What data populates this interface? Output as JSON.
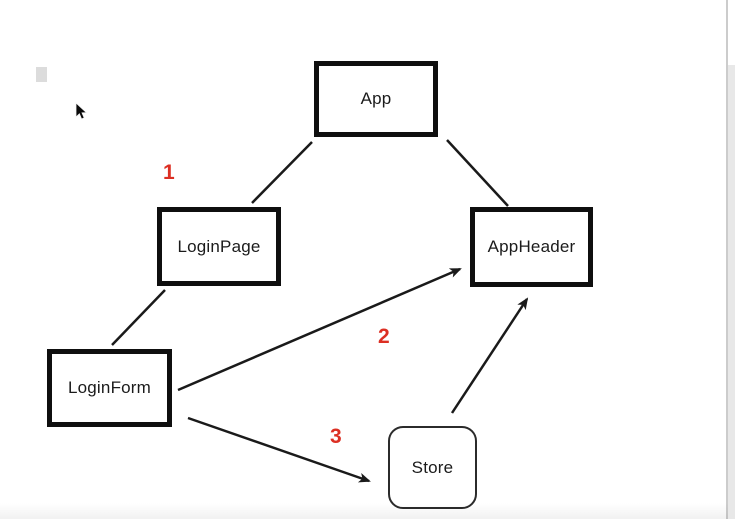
{
  "diagram": {
    "title": "component-data-flow-diagram",
    "nodes": [
      {
        "id": "app",
        "label": "App"
      },
      {
        "id": "login-page",
        "label": "LoginPage"
      },
      {
        "id": "app-header",
        "label": "AppHeader"
      },
      {
        "id": "login-form",
        "label": "LoginForm"
      },
      {
        "id": "store",
        "label": "Store"
      }
    ],
    "edge_labels": [
      {
        "id": "step-1",
        "text": "1"
      },
      {
        "id": "step-2",
        "text": "2"
      },
      {
        "id": "step-3",
        "text": "3"
      }
    ],
    "edges": [
      {
        "from": "app",
        "to": "login-page",
        "arrow": false
      },
      {
        "from": "app",
        "to": "app-header",
        "arrow": false
      },
      {
        "from": "login-page",
        "to": "login-form",
        "arrow": false
      },
      {
        "from": "login-form",
        "to": "app-header",
        "arrow": true,
        "label": "2"
      },
      {
        "from": "login-form",
        "to": "store",
        "arrow": true,
        "label": "3"
      },
      {
        "from": "store",
        "to": "app-header",
        "arrow": true
      }
    ],
    "colors": {
      "node_border": "#0f0f0f",
      "edge": "#1a1a1a",
      "label_red": "#dc2f23",
      "background": "#ffffff"
    }
  }
}
